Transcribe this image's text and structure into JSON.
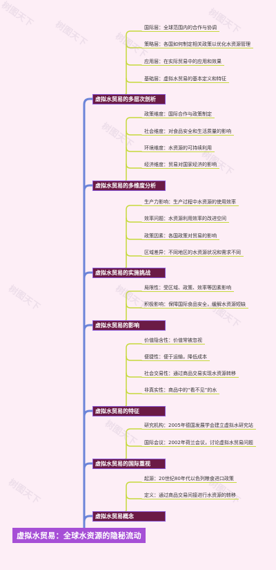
{
  "root": {
    "label": "虚拟水贸易：全球水资源的隐秘流动"
  },
  "branches": [
    {
      "label": "虚拟水贸易的多层次剖析",
      "children": [
        "国际层：全球范围内的合作与协调",
        "策略层：各国如何制定相关政策以优化水资源管理",
        "应用层：在实际贸易中的应用和效果",
        "基础层：虚拟水贸易的基本定义和特征"
      ]
    },
    {
      "label": "虚拟水贸易的多维度分析",
      "children": [
        "政策维度：国际合作与政策制定",
        "社会维度：对食品安全和生活质量的影响",
        "环境维度：水资源的可持续利用",
        "经济维度：贸易对国家经济的影响"
      ]
    },
    {
      "label": "虚拟水贸易的实施挑战",
      "children": [
        "生产力影响：生产过程中水资源的使用效率",
        "效率问题：水资源利用效率的改进空间",
        "政策因素：各国政策对贸易的影响",
        "区域差异：不同地区的水资源状况和需求不同"
      ]
    },
    {
      "label": "虚拟水贸易的影响",
      "children": [
        "局限性：受区域、政策、效率等因素影响",
        "积极影响：保障国际食品安全，缓解水资源短缺"
      ]
    },
    {
      "label": "虚拟水贸易的特征",
      "children": [
        "价值隐含性：价值常被忽视",
        "便捷性：便于运输，降低成本",
        "社会交易性：通过商品交易实现水资源转移",
        "非真实性：商品中的“看不见”的水"
      ]
    },
    {
      "label": "虚拟水贸易的国际重视",
      "children": [
        "研究机构：2005年德国发展学会建立虚拟水研究站",
        "国际会议：2002年荷兰会议，讨论虚拟水贸易问题"
      ]
    },
    {
      "label": "虚拟水贸易概念",
      "children": [
        "起源：20世纪80年代以色列粮食进口政策",
        "定义：通过商品交易间接进行水资源的转移"
      ]
    }
  ],
  "colors": {
    "background": "#fdeef6",
    "root": "#a64fd6",
    "branch": "#6b1b45",
    "trunk": "#6b84d8",
    "leaf_line": "#c5d93a"
  },
  "watermark": "树图天下"
}
